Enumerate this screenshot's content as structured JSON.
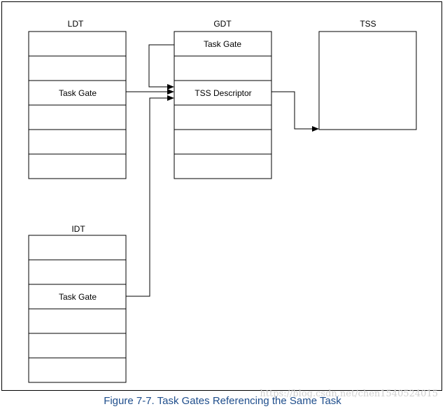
{
  "tables": {
    "ldt": {
      "title": "LDT",
      "rows": [
        "",
        "",
        "Task Gate",
        "",
        "",
        ""
      ]
    },
    "gdt": {
      "title": "GDT",
      "rows": [
        "Task Gate",
        "",
        "TSS Descriptor",
        "",
        "",
        ""
      ]
    },
    "idt": {
      "title": "IDT",
      "rows": [
        "",
        "",
        "Task Gate",
        "",
        "",
        ""
      ]
    },
    "tss": {
      "title": "TSS"
    }
  },
  "caption": "Figure 7-7.  Task Gates Referencing the Same Task",
  "watermark": "https://blog.csdn.net/chen1540524015",
  "colors": {
    "caption": "#1f4e8c",
    "line": "#000000"
  }
}
